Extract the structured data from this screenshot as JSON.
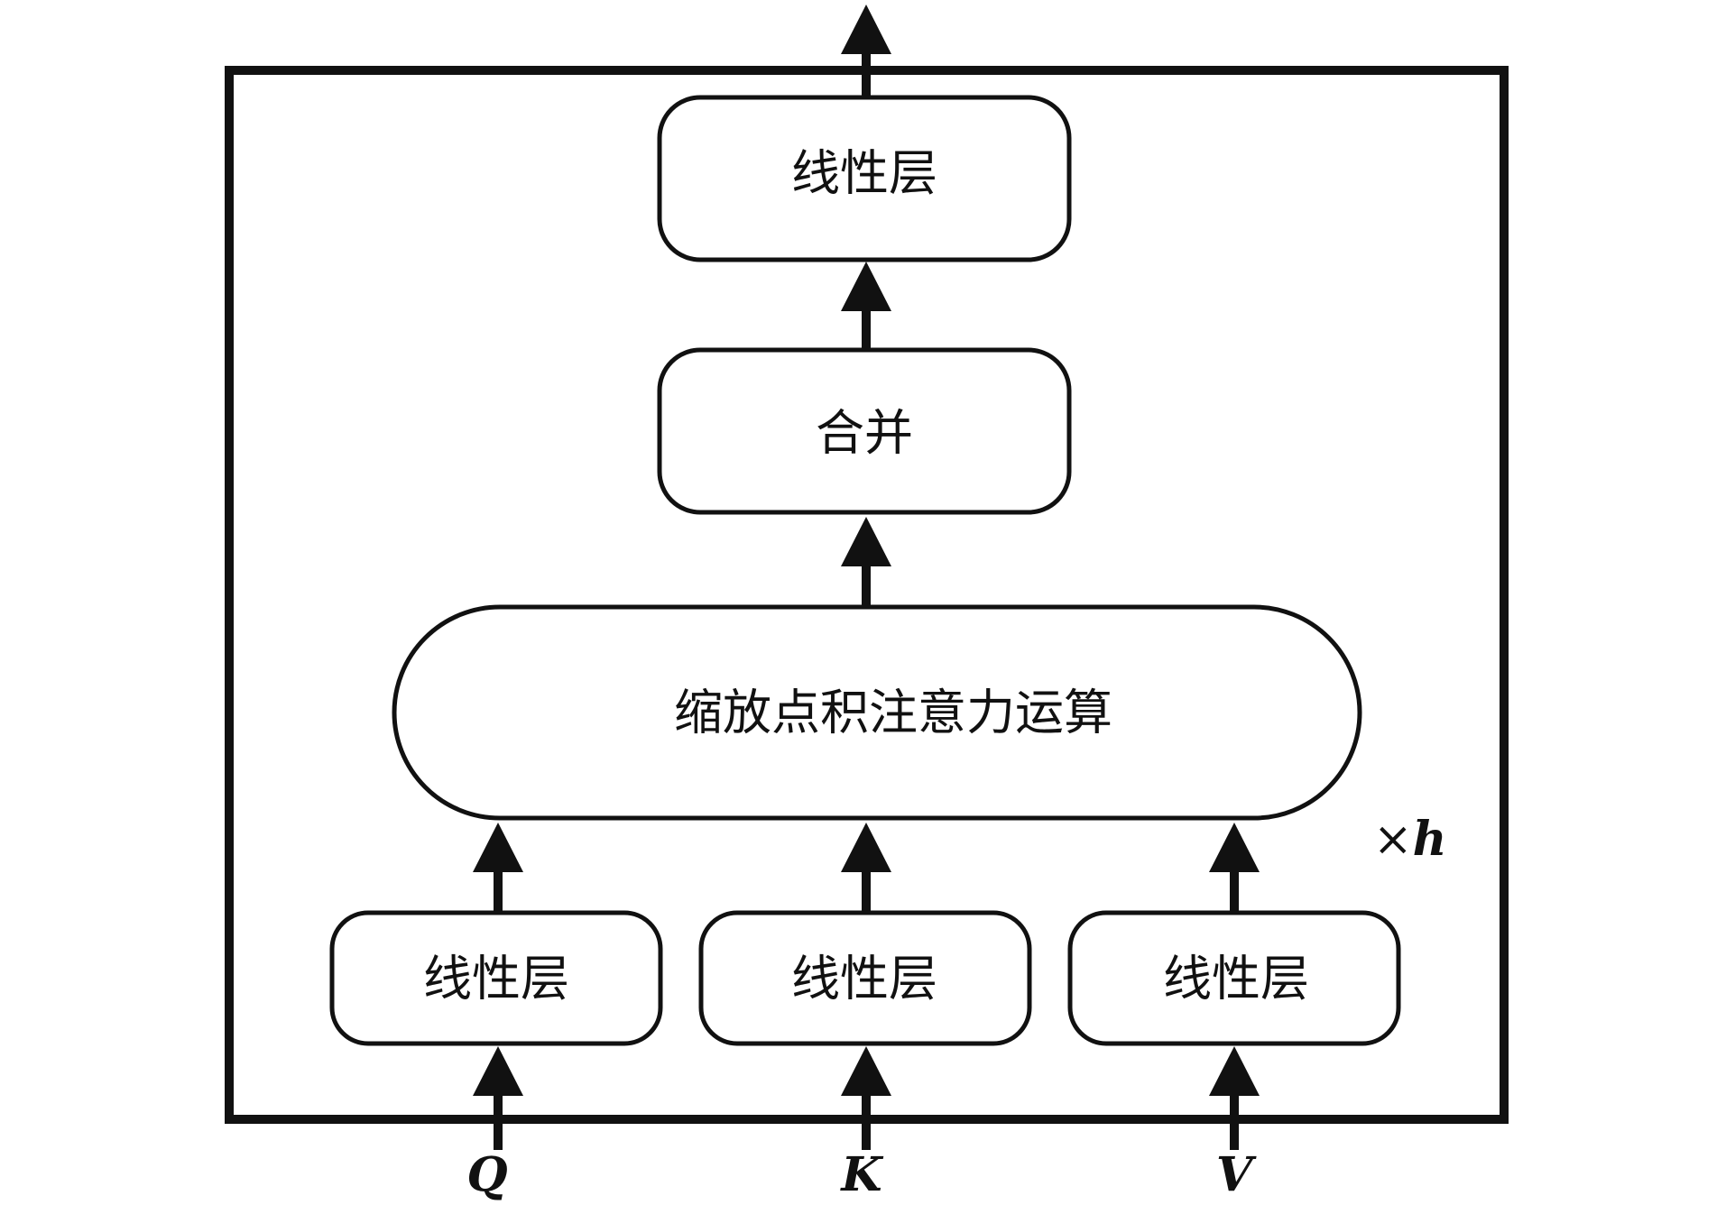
{
  "diagram": {
    "output_linear": {
      "label": "线性层"
    },
    "concat": {
      "label": "合并"
    },
    "attention": {
      "label": "缩放点积注意力运算"
    },
    "linear_q": {
      "label": "线性层"
    },
    "linear_k": {
      "label": "线性层"
    },
    "linear_v": {
      "label": "线性层"
    },
    "repeat": {
      "times_symbol": "×",
      "count": "h"
    },
    "inputs": {
      "q": "Q",
      "k": "K",
      "v": "V"
    },
    "colors": {
      "stroke": "#111111",
      "fill": "#ffffff"
    }
  }
}
